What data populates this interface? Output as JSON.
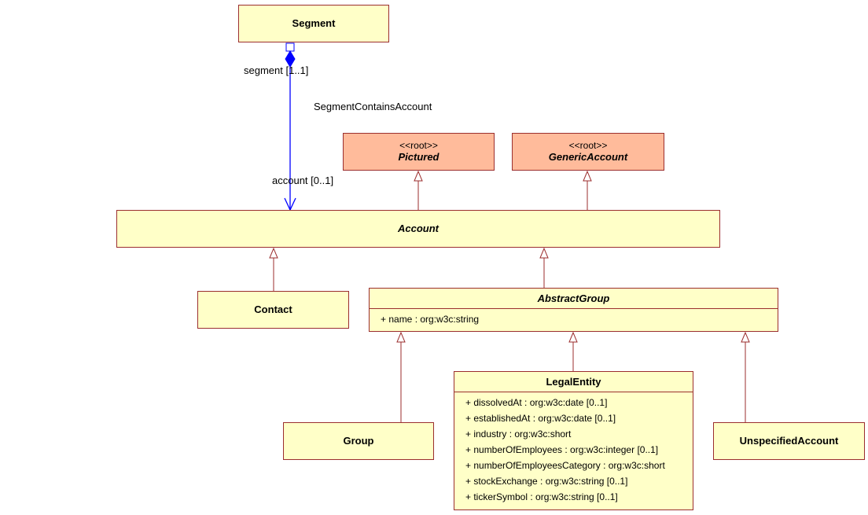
{
  "classes": {
    "segment": {
      "name": "Segment"
    },
    "pictured": {
      "stereotype": "<<root>>",
      "name": "Pictured"
    },
    "generic_account": {
      "stereotype": "<<root>>",
      "name": "GenericAccount"
    },
    "account": {
      "name": "Account"
    },
    "contact": {
      "name": "Contact"
    },
    "abstract_group": {
      "name": "AbstractGroup",
      "attributes": [
        "+ name : org:w3c:string"
      ]
    },
    "group": {
      "name": "Group"
    },
    "legal_entity": {
      "name": "LegalEntity",
      "attributes": [
        "+ dissolvedAt : org:w3c:date [0..1]",
        "+ establishedAt : org:w3c:date [0..1]",
        "+ industry : org:w3c:short",
        "+ numberOfEmployees : org:w3c:integer [0..1]",
        "+ numberOfEmployeesCategory : org:w3c:short",
        "+ stockExchange : org:w3c:string [0..1]",
        "+ tickerSymbol : org:w3c:string [0..1]"
      ]
    },
    "unspecified_account": {
      "name": "UnspecifiedAccount"
    }
  },
  "association": {
    "name": "SegmentContainsAccount",
    "source_role": "segment [1..1]",
    "target_role": "account [0..1]"
  },
  "colors": {
    "class_fill": "#ffffc8",
    "root_fill": "#ffbb9b",
    "border": "#9b2e2e",
    "association": "#0000ff"
  }
}
